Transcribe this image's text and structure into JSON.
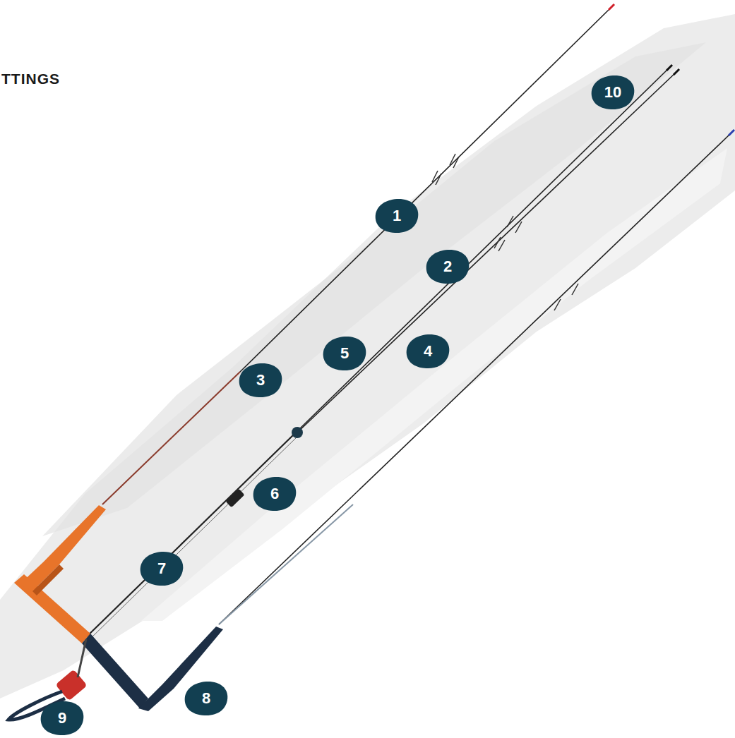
{
  "diagram": {
    "title": "TTINGS",
    "labels": [
      "1",
      "2",
      "3",
      "4",
      "5",
      "6",
      "7",
      "8",
      "9",
      "10"
    ]
  }
}
